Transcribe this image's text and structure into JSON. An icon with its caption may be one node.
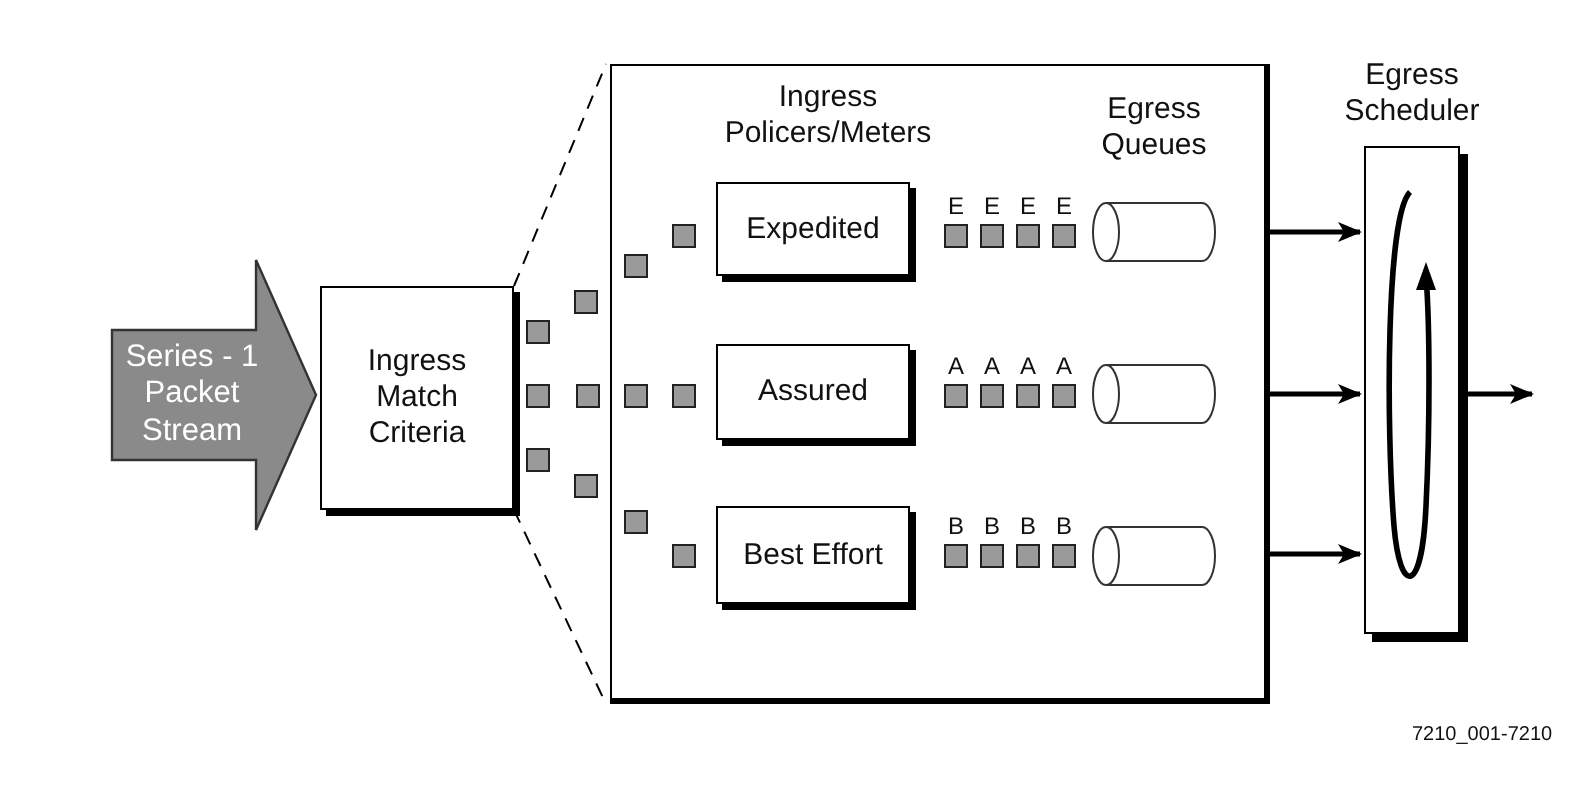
{
  "diagram": {
    "nodes": [
      {
        "text": [
          "Series - 1 Packet Stream"
        ]
      },
      {
        "text": [
          "Ingress Match Criteria"
        ]
      },
      {
        "text": [],
        "shape": "box"
      },
      {
        "text": [
          "Expedited"
        ],
        "in": 2
      },
      {
        "text": [
          "Assured"
        ],
        "in": 2
      },
      {
        "text": [
          "Best Effort"
        ],
        "in": 2
      },
      {
        "text": [],
        "shape": "cylinder",
        "in": 2
      },
      {
        "text": [],
        "shape": "cylinder",
        "in": 2
      },
      {
        "text": [],
        "shape": "cylinder",
        "in": 2
      },
      {
        "text": [
          "Egress Scheduler"
        ]
      }
    ],
    "edges": [
      {
        "from": 1,
        "to": 2,
        "arrow": "none",
        "style": "dashed"
      },
      {
        "from": 1,
        "to": 2,
        "arrow": "none",
        "style": "dashed"
      },
      {
        "from": 2,
        "to": 9,
        "arrow": "to"
      },
      {
        "from": 2,
        "to": 9,
        "arrow": "to"
      },
      {
        "from": 2,
        "to": 9,
        "arrow": "to"
      },
      {
        "from": 9,
        "to": null,
        "arrow": "to"
      }
    ],
    "labels": [
      "Ingress Policers/Meters",
      "Egress Queues",
      "E",
      "E",
      "E",
      "E",
      "A",
      "A",
      "A",
      "A",
      "B",
      "B",
      "B",
      "B",
      "7210_001-7210"
    ]
  }
}
